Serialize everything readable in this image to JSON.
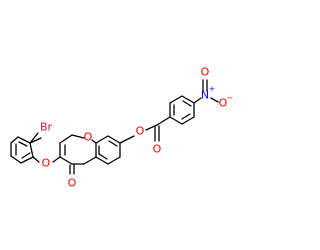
{
  "molecule": {
    "atoms": {
      "br": {
        "label": "Br",
        "color": "#a52a2a"
      },
      "o_ether_aryl": {
        "label": "O",
        "color": "#ff0000"
      },
      "o_ring": {
        "label": "O",
        "color": "#ff0000"
      },
      "o_ketone": {
        "label": "O",
        "color": "#ff0000"
      },
      "o_ester_link": {
        "label": "O",
        "color": "#ff0000"
      },
      "o_ester_carbonyl": {
        "label": "O",
        "color": "#ff0000"
      },
      "n_nitro": {
        "label": "N",
        "color": "#0000ff",
        "charge": "+"
      },
      "o_nitro_double": {
        "label": "O",
        "color": "#ff0000"
      },
      "o_nitro_minus": {
        "label": "O",
        "color": "#ff0000",
        "charge": "−"
      }
    }
  }
}
